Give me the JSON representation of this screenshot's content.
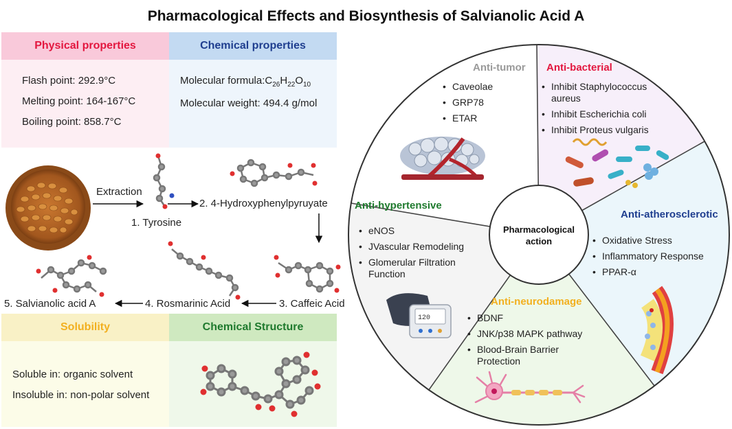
{
  "title": "Pharmacological Effects and Biosynthesis of Salvianolic Acid A",
  "physical": {
    "heading": "Physical properties",
    "lines": [
      "Flash point: 292.9°C",
      "Melting point: 164-167°C",
      "Boiling point: 858.7°C"
    ]
  },
  "chemical": {
    "heading": "Chemical properties",
    "formula_prefix": "Molecular formula:C",
    "formula_c": "26",
    "formula_h_letter": "H",
    "formula_h": "22",
    "formula_o_letter": "O",
    "formula_o": "10",
    "weight": "Molecular weight: 494.4 g/mol"
  },
  "pathway": {
    "extraction": "Extraction",
    "step1": "1. Tyrosine",
    "step2": "2. 4-Hydroxyphenylpyruyate",
    "step3": "3. Caffeic Acid",
    "step4": "4. Rosmarinic Acid",
    "step5": "5. Salvianolic acid A"
  },
  "solubility": {
    "heading": "Solubility",
    "lines": [
      "Soluble in: organic solvent",
      "Insoluble in: non-polar solvent"
    ]
  },
  "structure": {
    "heading": "Chemical Structure"
  },
  "wheel": {
    "center": [
      "Pharmacological",
      "action"
    ],
    "antitumor": {
      "title": "Anti-tumor",
      "items": [
        "Caveolae",
        "GRP78",
        "ETAR"
      ]
    },
    "antibacterial": {
      "title": "Anti-bacterial",
      "items": [
        "Inhibit Staphylococcus aureus",
        "Inhibit Escherichia coli",
        "Inhibit Proteus vulgaris"
      ]
    },
    "antiatherosclerotic": {
      "title": "Anti-atherosclerotic",
      "items": [
        "Oxidative Stress",
        "Inflammatory Response",
        "PPAR-α"
      ]
    },
    "antineurodamage": {
      "title": "Anti-neurodamage",
      "items": [
        "BDNF",
        "JNK/p38 MAPK pathway",
        "Blood-Brain Barrier Protection"
      ]
    },
    "antihypertensive": {
      "title": "Anti-hypertensive",
      "items": [
        "eNOS",
        "JVascular Remodeling",
        "Glomerular Filtration Function"
      ]
    }
  },
  "colors": {
    "physical_bg": "#fdeef3",
    "physical_header": "#f9c9da",
    "physical_title": "#e3173f",
    "chemical_bg": "#eef5fc",
    "chemical_header": "#c3daf2",
    "chemical_title": "#1f3e8f",
    "solubility_bg": "#fcfce8",
    "solubility_header": "#f9f1c6",
    "solubility_title": "#f2b020",
    "structure_bg": "#eff8ea",
    "structure_header": "#cfe9c0",
    "structure_title": "#1f7a2e",
    "antitumor": "#9a9a9a",
    "antibacterial": "#e3173f",
    "antiatherosclerotic": "#1f3e8f",
    "antineurodamage": "#f2b020",
    "antihypertensive": "#1f7a2e"
  },
  "icons": [
    "bowl-of-seeds",
    "tyrosine-molecule",
    "hydroxyphenylpyruvate-molecule",
    "caffeic-acid-molecule",
    "rosmarinic-acid-molecule",
    "salvianolic-acid-molecule",
    "structure-molecule",
    "tumor-cluster",
    "bacteria",
    "blood-pressure-monitor",
    "neuron",
    "artery-plaque"
  ]
}
